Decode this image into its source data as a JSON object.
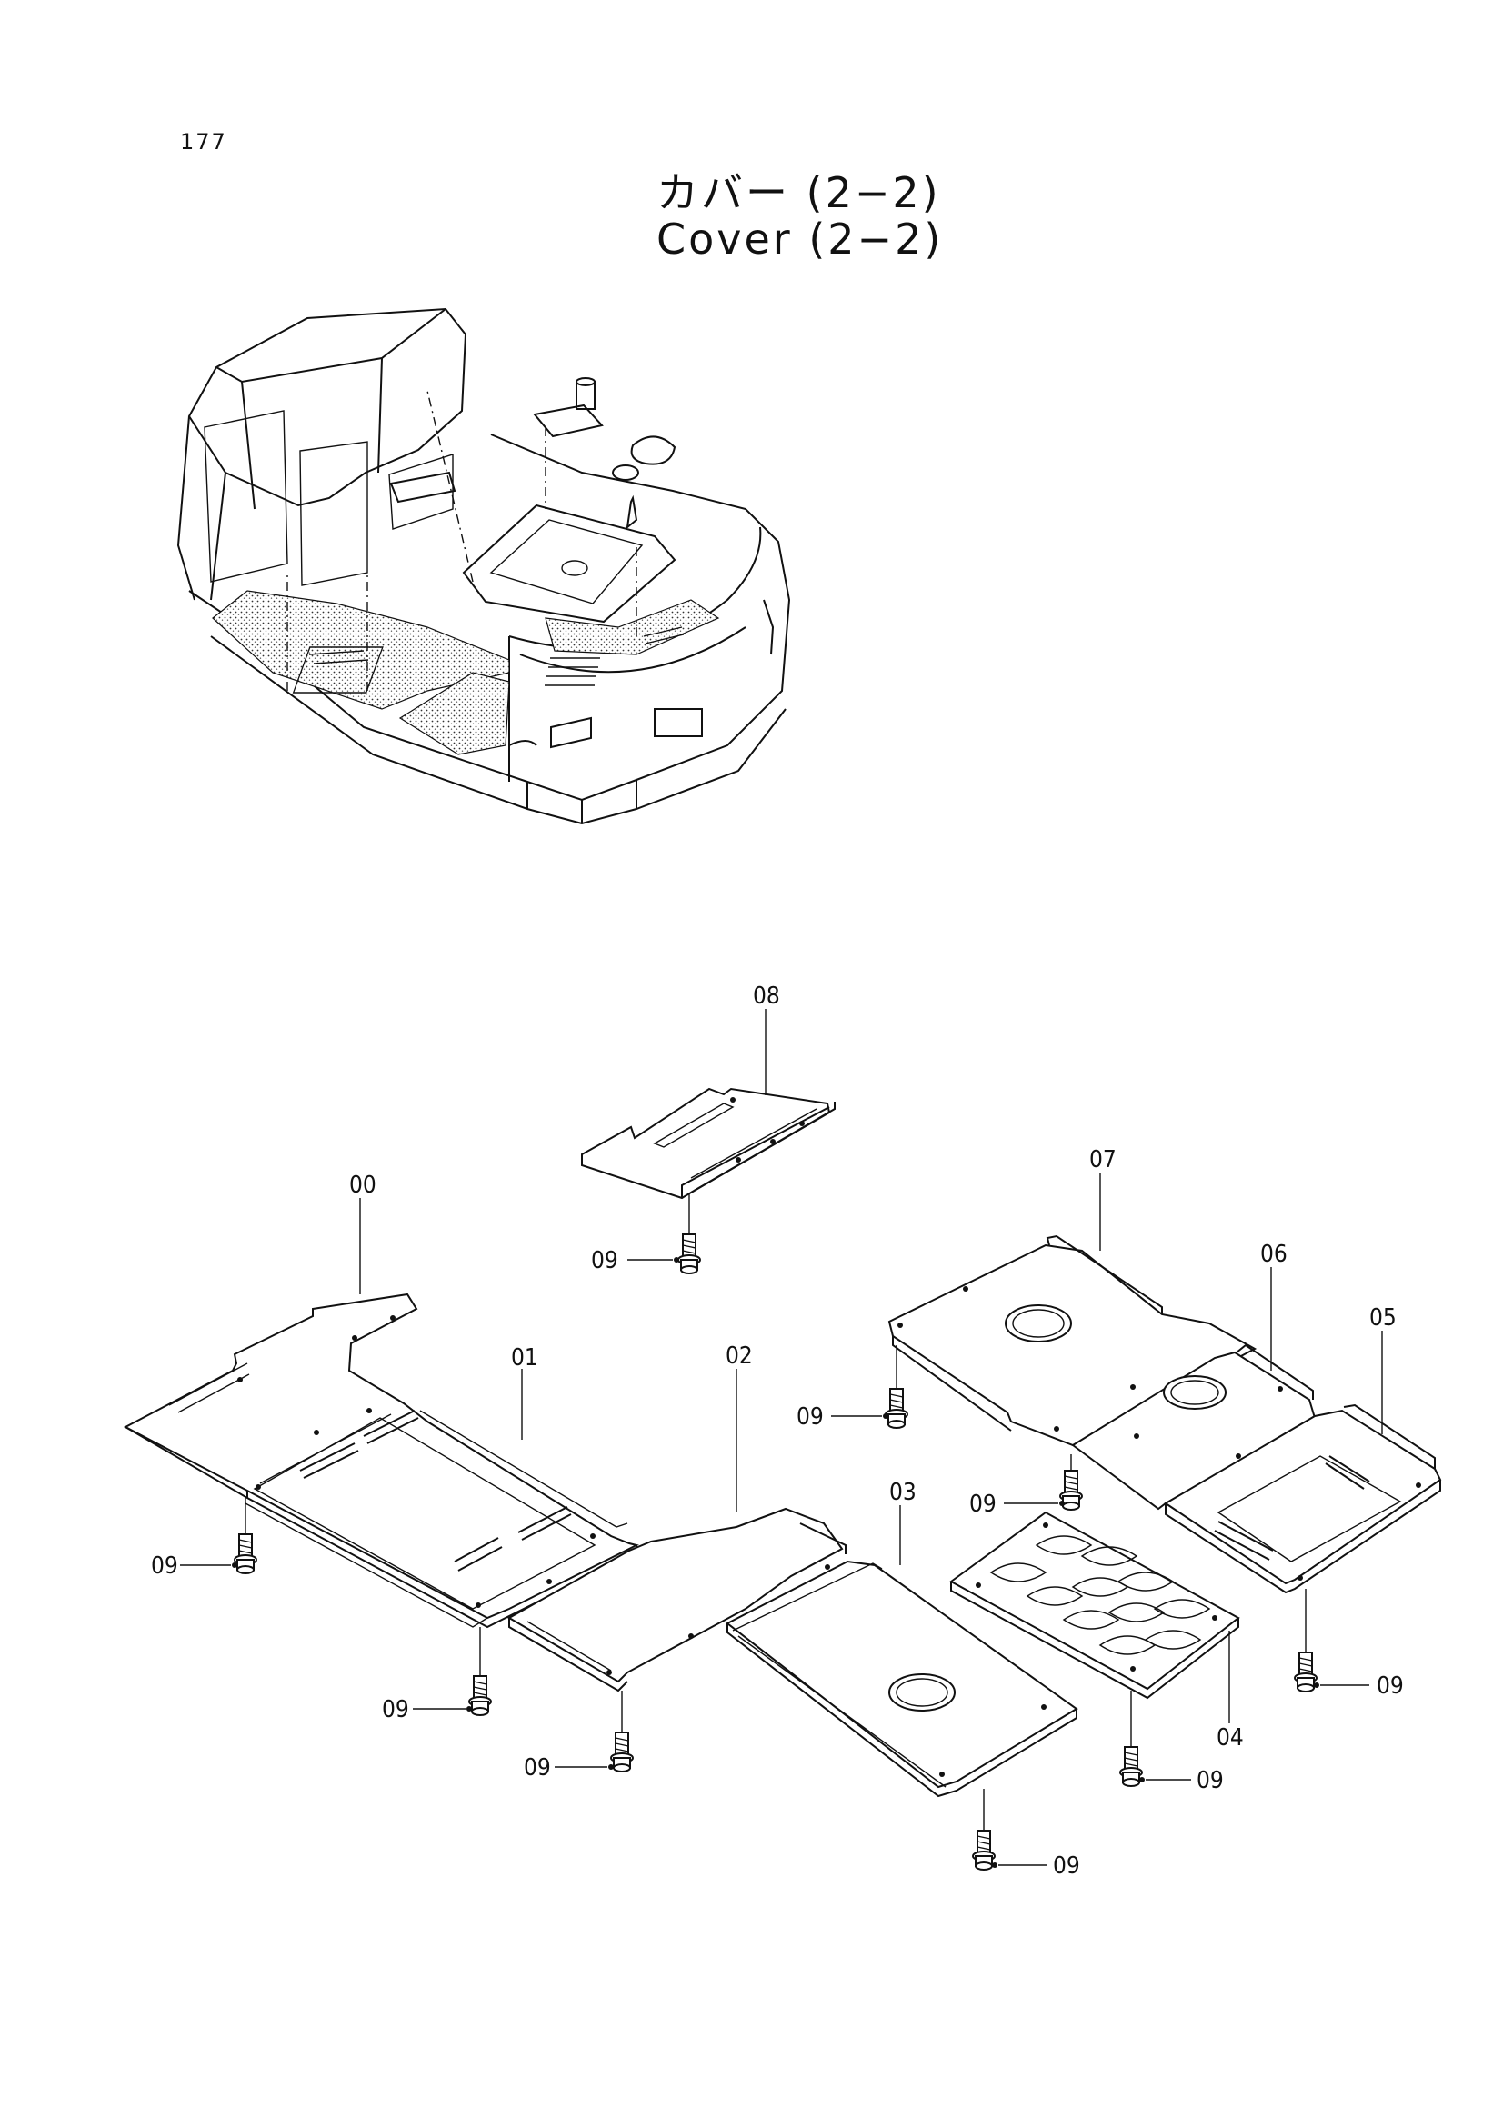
{
  "page": {
    "number": "177",
    "title_jp": "カバー (2−2)",
    "title_en": "Cover (2−2)"
  },
  "callouts": {
    "c00": "00",
    "c01": "01",
    "c02": "02",
    "c03": "03",
    "c04": "04",
    "c05": "05",
    "c06": "06",
    "c07": "07",
    "c08": "08",
    "bolt_a": "09",
    "bolt_b": "09",
    "bolt_c": "09",
    "bolt_d": "09",
    "bolt_e": "09",
    "bolt_f": "09",
    "bolt_g": "09",
    "bolt_h": "09",
    "bolt_i": "09"
  }
}
